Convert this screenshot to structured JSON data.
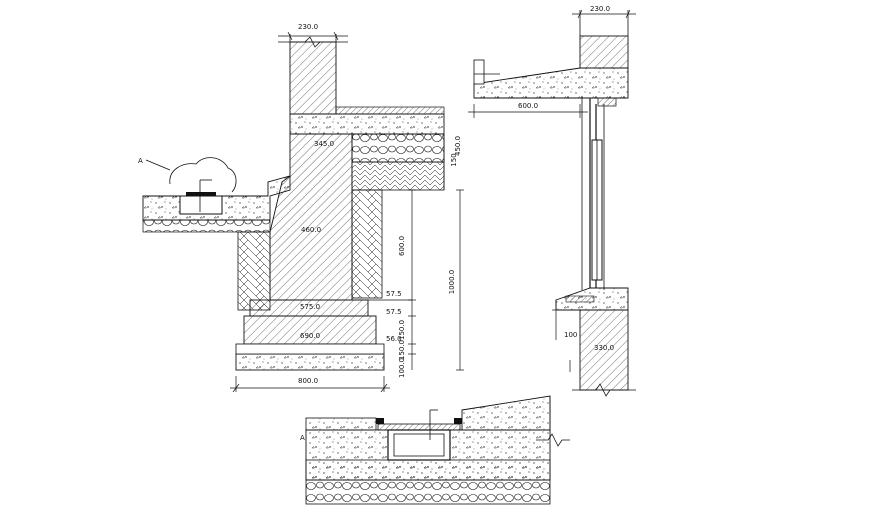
{
  "section_main": {
    "callout_tag": "A",
    "dims": {
      "wall_width": "230.0",
      "label_345": "345.0",
      "label_450": "450.0",
      "label_460": "460.0",
      "label_600": "600.0",
      "label_1000": "1000.0",
      "label_575": "575.0",
      "label_575b": "57.5",
      "label_575c": "57.5",
      "label_150a": "150.0",
      "label_690": "690.0",
      "label_56": "56.0",
      "label_150b": "150.0",
      "label_100": "100.0",
      "base_width": "800.0",
      "label_150c": "150"
    }
  },
  "section_window": {
    "dims": {
      "wall_width": "230.0",
      "sunshade_width": "600.0",
      "label_100": "100",
      "label_330": "330.0"
    }
  },
  "detail_a": {
    "callout_tag": "A"
  },
  "colors": {
    "line": "#111111",
    "background": "#ffffff"
  }
}
